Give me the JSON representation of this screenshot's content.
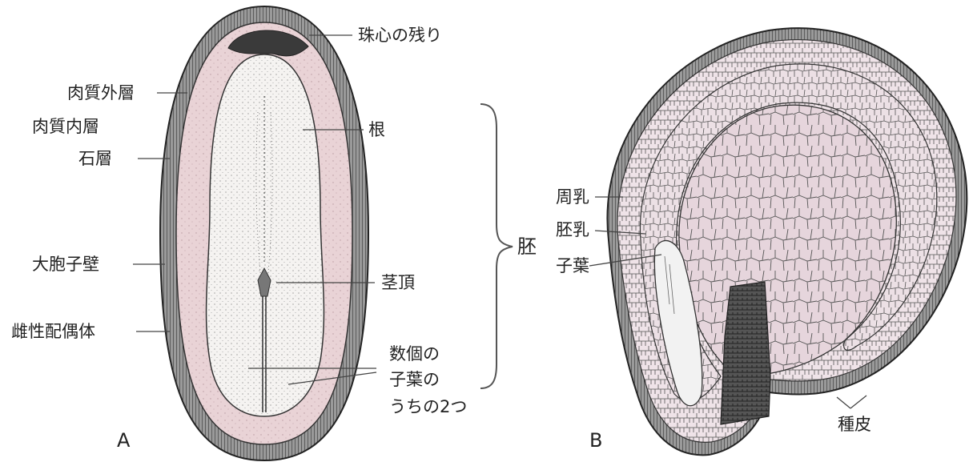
{
  "panel_a": {
    "letter": "A",
    "labels": {
      "nucellus_remnant": "珠心の残り",
      "fleshy_outer_layer": "肉質外層",
      "fleshy_inner_layer": "肉質内層",
      "stony_layer": "石層",
      "root": "根",
      "embryo": "胚",
      "megasporangium_wall": "大胞子壁",
      "shoot_apex": "茎頂",
      "female_gametophyte": "雌性配偶体",
      "cotyledons_line1": "数個の",
      "cotyledons_line2": "子葉の",
      "cotyledons_line3": "うちの2つ"
    }
  },
  "panel_b": {
    "letter": "B",
    "labels": {
      "perisperm": "周乳",
      "endosperm": "胚乳",
      "cotyledon": "子葉",
      "seed_coat": "種皮"
    }
  },
  "colors": {
    "ink": "#222222",
    "outer_coat": "#5a5a5a",
    "gametophyte_fill": "#e9d3d6",
    "embryo_fill": "#f4f2f0",
    "cell_fill": "#e6d5dc"
  }
}
